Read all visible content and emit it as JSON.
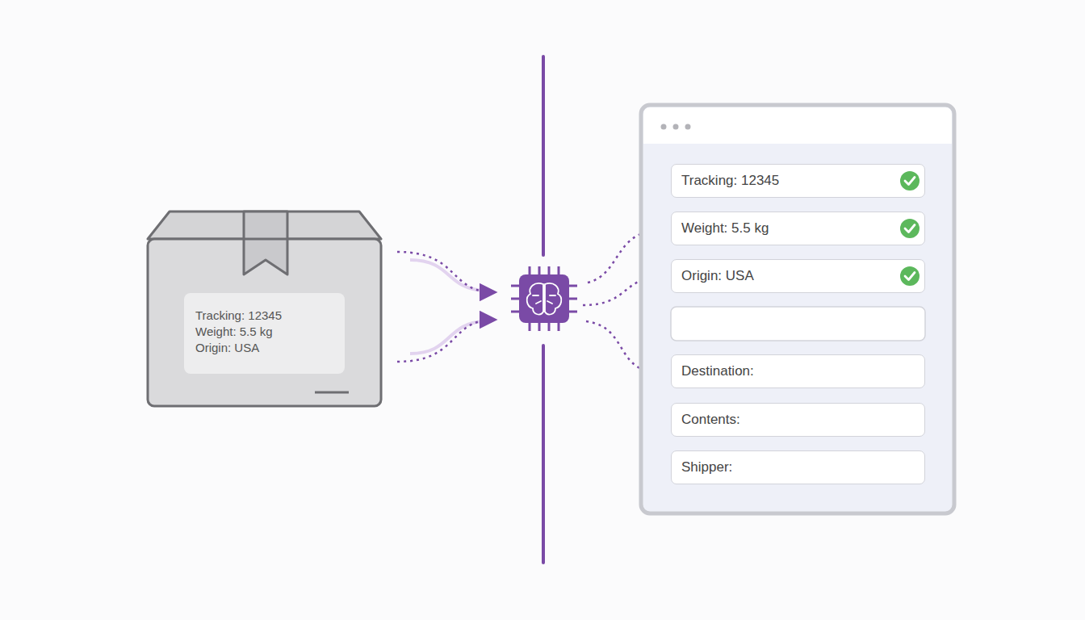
{
  "diagram": {
    "nodes": [
      {
        "text": [
          "Tracking: 12345",
          "Weight: 5.5 kg",
          "Origin: USA"
        ]
      },
      {
        "text": [
          "Tracking: 12345"
        ]
      },
      {
        "text": [
          "Weight: 5.5 kg"
        ]
      },
      {
        "text": [
          "Origin: USA"
        ]
      },
      {
        "text": [
          "Destination:"
        ]
      },
      {
        "text": [
          "Contents:"
        ]
      },
      {
        "text": [
          "Shipper:"
        ]
      }
    ]
  }
}
